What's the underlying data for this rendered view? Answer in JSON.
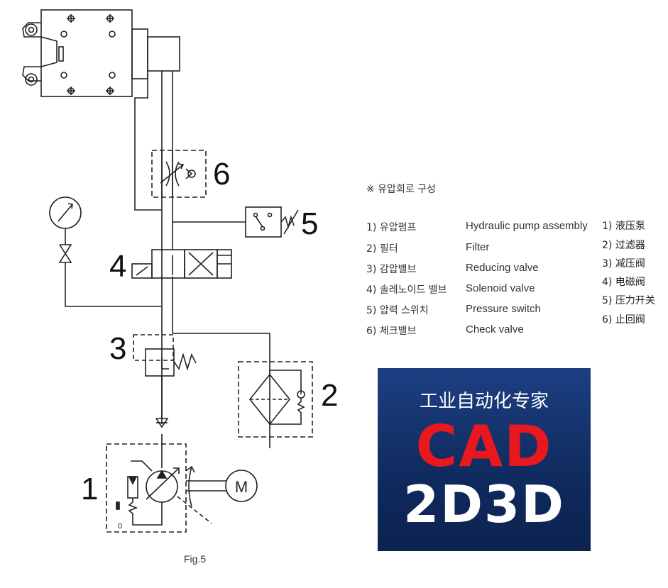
{
  "component_numbers": [
    "1",
    "2",
    "3",
    "4",
    "5",
    "6"
  ],
  "motor_label": "M",
  "pump_mark": "0",
  "legend": {
    "title": "※ 유압회로 구성",
    "items": [
      {
        "ko": "1) 유압펌프",
        "en": "Hydraulic pump assembly",
        "zh": "1) 液压泵"
      },
      {
        "ko": "2) 필터",
        "en": "Filter",
        "zh": "2) 过滤器"
      },
      {
        "ko": "3) 감압밸브",
        "en": "Reducing valve",
        "zh": "3) 减压阀"
      },
      {
        "ko": "4) 솔레노이드 밸브",
        "en": "Solenoid valve",
        "zh": "4) 电磁阀"
      },
      {
        "ko": "5) 압력 스위치",
        "en": "Pressure switch",
        "zh": "5) 压力开关"
      },
      {
        "ko": "6) 체크밸브",
        "en": "Check valve",
        "zh": "6) 止回阀"
      }
    ]
  },
  "caption": "Fig.5",
  "badge": {
    "line1": "工业自动化专家",
    "line2": "CAD",
    "line3": "2D3D",
    "bg": "#143572",
    "accent": "#e8181f"
  }
}
